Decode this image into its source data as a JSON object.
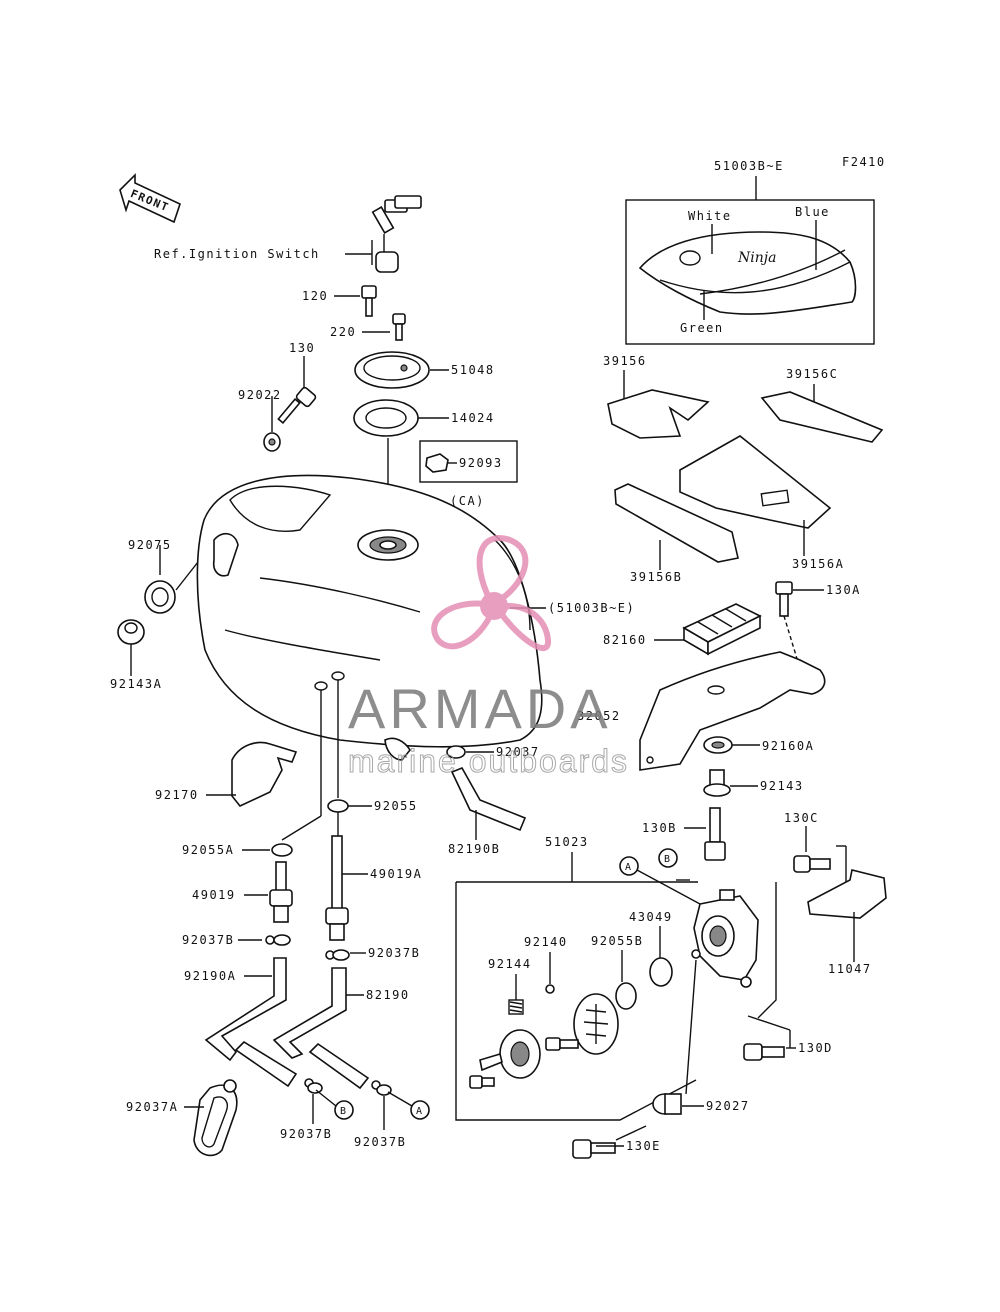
{
  "figure_code": "F2410",
  "front_label": "FRONT",
  "ref_note": "Ref.Ignition Switch",
  "colors": {
    "ink": "#111111",
    "watermark": "#e58fb4",
    "watermark_text": "#7a7a7a"
  },
  "watermark": {
    "brand": "ARMADA",
    "tagline": "marine outboards"
  },
  "decal": {
    "part": "51003B~E",
    "color_labels": [
      "White",
      "Blue",
      "Green"
    ],
    "logo_text": "Ninja"
  },
  "callouts": {
    "circle_a": "A",
    "circle_b": "B"
  },
  "parts": {
    "p120": "120",
    "p220": "220",
    "p130": "130",
    "p92022": "92022",
    "p51048": "51048",
    "p14024": "14024",
    "p92093": "92093",
    "ca": "(CA)",
    "p92075": "92075",
    "p92143a": "92143A",
    "p51003ref": "(51003B~E)",
    "p39156": "39156",
    "p39156c": "39156C",
    "p39156a": "39156A",
    "p39156b": "39156B",
    "p130a": "130A",
    "p82160": "82160",
    "p32052": "32052",
    "p92160a": "92160A",
    "p92143": "92143",
    "p130b": "130B",
    "p130c": "130C",
    "p11047": "11047",
    "p92037": "92037",
    "p92170": "92170",
    "p92055": "92055",
    "p82190b": "82190B",
    "p51023": "51023",
    "p92055a": "92055A",
    "p49019a": "49019A",
    "p49019": "49019",
    "p92037b_1": "92037B",
    "p92037b_2": "92037B",
    "p92190a": "92190A",
    "p82190": "82190",
    "p92140": "92140",
    "p92144": "92144",
    "p92055b": "92055B",
    "p43049": "43049",
    "p130d": "130D",
    "p92027": "92027",
    "p130e": "130E",
    "p92037a": "92037A",
    "p92037b_3": "92037B",
    "p92037b_4": "92037B"
  }
}
